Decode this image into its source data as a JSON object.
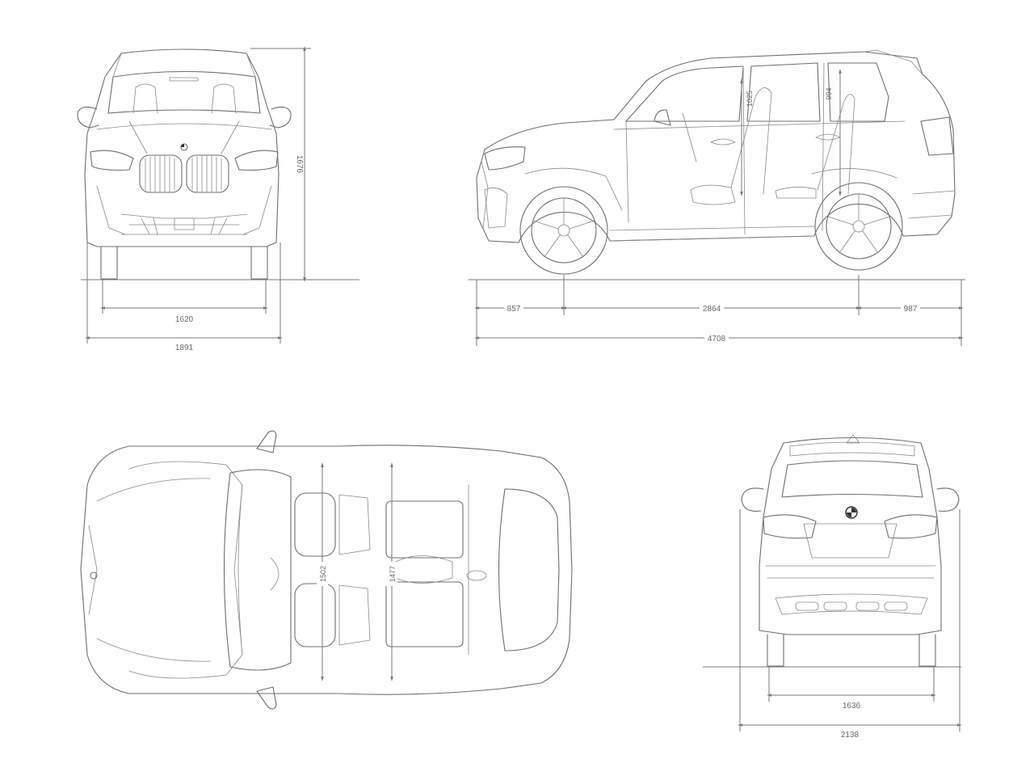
{
  "views": {
    "front": {
      "dimensions": {
        "track_width": "1620",
        "overall_width": "1891",
        "overall_height": "1676"
      }
    },
    "side": {
      "dimensions": {
        "front_overhang": "857",
        "wheelbase": "2864",
        "rear_overhang": "987",
        "overall_length": "4708",
        "front_headroom": "1025",
        "rear_headroom": "994"
      }
    },
    "top": {
      "dimensions": {
        "front_interior_width": "1502",
        "rear_interior_width": "1477"
      }
    },
    "rear": {
      "dimensions": {
        "track_width": "1636",
        "width_with_mirrors": "2138"
      }
    }
  },
  "colors": {
    "line": "#6f6f6f",
    "dimension_line": "#7a7a7a",
    "label_text": "#6a6a6a",
    "background": "#ffffff"
  },
  "icons": [
    "bmw-roundel-icon"
  ]
}
